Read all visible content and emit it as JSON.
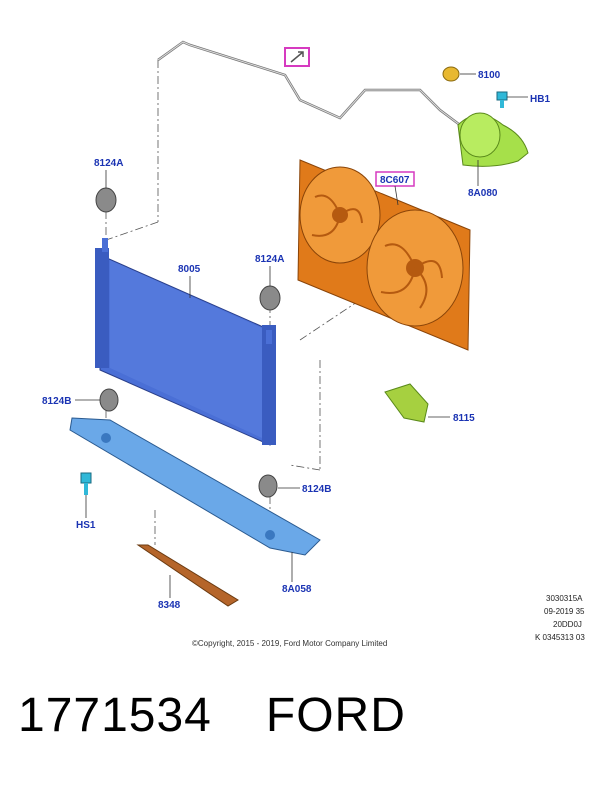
{
  "callouts": {
    "p8124a_left": "8124A",
    "p8124a_right": "8124A",
    "p8124b_left": "8124B",
    "p8124b_right": "8124B",
    "p8005": "8005",
    "p8c607": "8C607",
    "p8100": "8100",
    "hb1": "HB1",
    "p8a080": "8A080",
    "p8115": "8115",
    "hs1": "HS1",
    "p8348": "8348",
    "p8a058": "8A058"
  },
  "reference_codes": [
    "3030315A",
    "09-2019 35",
    "20DD0J",
    "K 0345313 03"
  ],
  "copyright": "©Copyright, 2015 - 2019, Ford Motor Company Limited",
  "footer": {
    "part_number": "1771534",
    "brand": "FORD"
  },
  "colors": {
    "radiator": "#4a6fd6",
    "fan_shroud": "#e07a1a",
    "reservoir": "#a6e04a",
    "support_bracket": "#6aa8e8",
    "seal_strip": "#b5652a",
    "callout_text": "#1a33b3",
    "highlight_box": "#d63ac0"
  }
}
